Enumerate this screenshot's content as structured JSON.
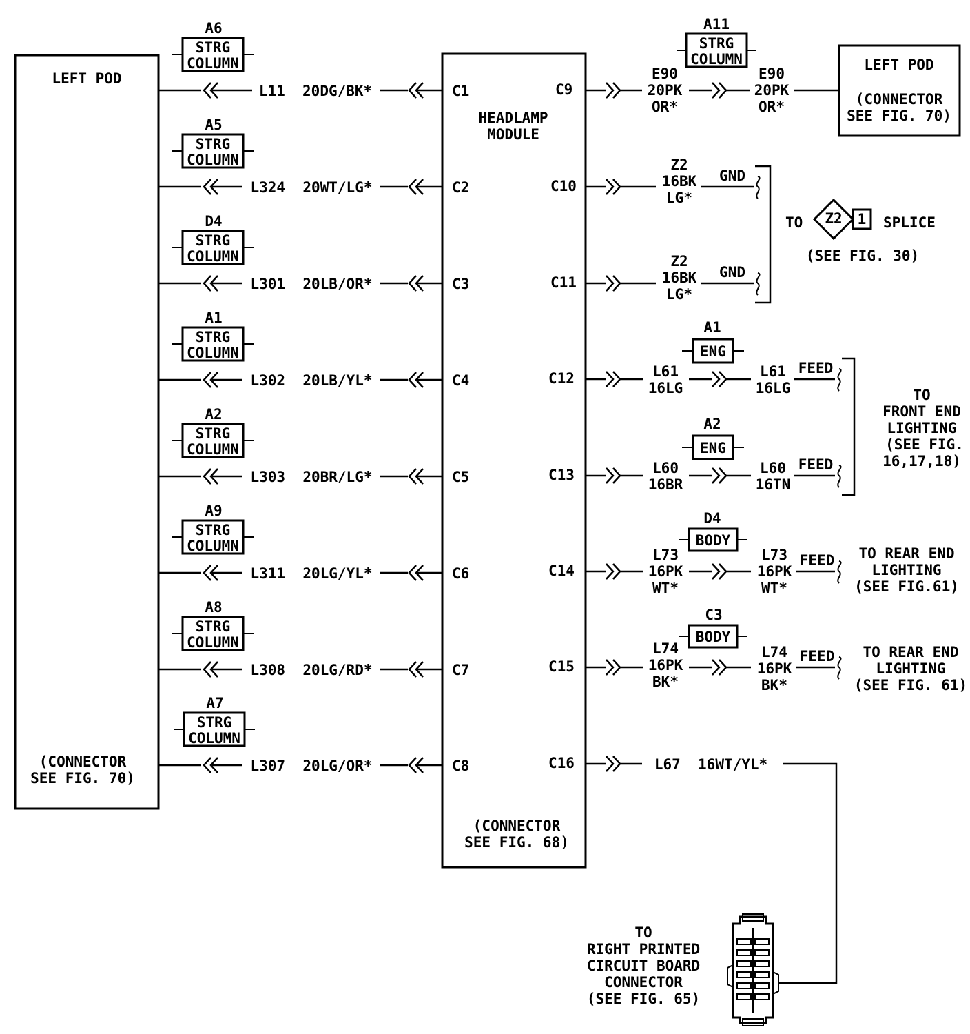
{
  "left_pod": {
    "title": "LEFT POD",
    "connector": [
      "(CONNECTOR",
      "SEE FIG. 70)"
    ]
  },
  "headlamp_module": {
    "title": [
      "HEADLAMP",
      "MODULE"
    ],
    "connector": [
      "(CONNECTOR",
      "SEE FIG. 68)"
    ]
  },
  "left_wires": [
    {
      "pin": "C1",
      "wire": "L11  20DG/BK*",
      "splice_code": "A6",
      "splice_label": [
        "STRG",
        "COLUMN"
      ]
    },
    {
      "pin": "C2",
      "wire": "L324  20WT/LG*",
      "splice_code": "A5",
      "splice_label": [
        "STRG",
        "COLUMN"
      ]
    },
    {
      "pin": "C3",
      "wire": "L301  20LB/OR*",
      "splice_code": "D4",
      "splice_label": [
        "STRG",
        "COLUMN"
      ]
    },
    {
      "pin": "C4",
      "wire": "L302  20LB/YL*",
      "splice_code": "A1",
      "splice_label": [
        "STRG",
        "COLUMN"
      ]
    },
    {
      "pin": "C5",
      "wire": "L303  20BR/LG*",
      "splice_code": "A2",
      "splice_label": [
        "STRG",
        "COLUMN"
      ]
    },
    {
      "pin": "C6",
      "wire": "L311  20LG/YL*",
      "splice_code": "A9",
      "splice_label": [
        "STRG",
        "COLUMN"
      ]
    },
    {
      "pin": "C7",
      "wire": "L308  20LG/RD*",
      "splice_code": "A8",
      "splice_label": [
        "STRG",
        "COLUMN"
      ]
    },
    {
      "pin": "C8",
      "wire": "L307  20LG/OR*",
      "splice_code": "A7",
      "splice_label": [
        "STRG",
        "COLUMN"
      ]
    }
  ],
  "right_pins": {
    "c9": {
      "pin": "C9",
      "wire_a": [
        "E90",
        "20PK",
        "OR*"
      ],
      "wire_b": [
        "E90",
        "20PK",
        "OR*"
      ],
      "connector_code": "A11",
      "connector_label": [
        "STRG",
        "COLUMN"
      ],
      "dest_title": "LEFT POD",
      "dest_connector": [
        "(CONNECTOR",
        "SEE FIG. 70)"
      ]
    },
    "c10": {
      "pin": "C10",
      "wire": [
        "Z2",
        "16BK",
        "LG*"
      ],
      "tag": "GND"
    },
    "c11": {
      "pin": "C11",
      "wire": [
        "Z2",
        "16BK",
        "LG*"
      ],
      "tag": "GND"
    },
    "ground_dest": {
      "to": "TO",
      "symbol_code": "Z2",
      "symbol_num": "1",
      "label": "SPLICE",
      "ref": "(SEE FIG. 30)"
    },
    "c12": {
      "pin": "C12",
      "wire_a": [
        "L61",
        "16LG"
      ],
      "wire_b": [
        "L61",
        "16LG"
      ],
      "connector_code": "A1",
      "connector_label": "ENG",
      "tag": "FEED"
    },
    "c13": {
      "pin": "C13",
      "wire_a": [
        "L60",
        "16BR"
      ],
      "wire_b": [
        "L60",
        "16TN"
      ],
      "connector_code": "A2",
      "connector_label": "ENG",
      "tag": "FEED"
    },
    "front_dest": [
      "TO",
      "FRONT END",
      "LIGHTING",
      "(SEE FIG.",
      "16,17,18)"
    ],
    "c14": {
      "pin": "C14",
      "wire_a": [
        "L73",
        "16PK",
        "WT*"
      ],
      "wire_b": [
        "L73",
        "16PK",
        "WT*"
      ],
      "connector_code": "D4",
      "connector_label": "BODY",
      "tag": "FEED",
      "dest": [
        "TO REAR END",
        "LIGHTING",
        "(SEE FIG.61)"
      ]
    },
    "c15": {
      "pin": "C15",
      "wire_a": [
        "L74",
        "16PK",
        "BK*"
      ],
      "wire_b": [
        "L74",
        "16PK",
        "BK*"
      ],
      "connector_code": "C3",
      "connector_label": "BODY",
      "tag": "FEED",
      "dest": [
        "TO REAR END",
        "LIGHTING",
        "(SEE FIG. 61)"
      ]
    },
    "c16": {
      "pin": "C16",
      "wire": "L67  16WT/YL*"
    }
  },
  "pcb_dest": [
    "TO",
    "RIGHT PRINTED",
    "CIRCUIT BOARD",
    "CONNECTOR",
    "(SEE FIG. 65)"
  ]
}
